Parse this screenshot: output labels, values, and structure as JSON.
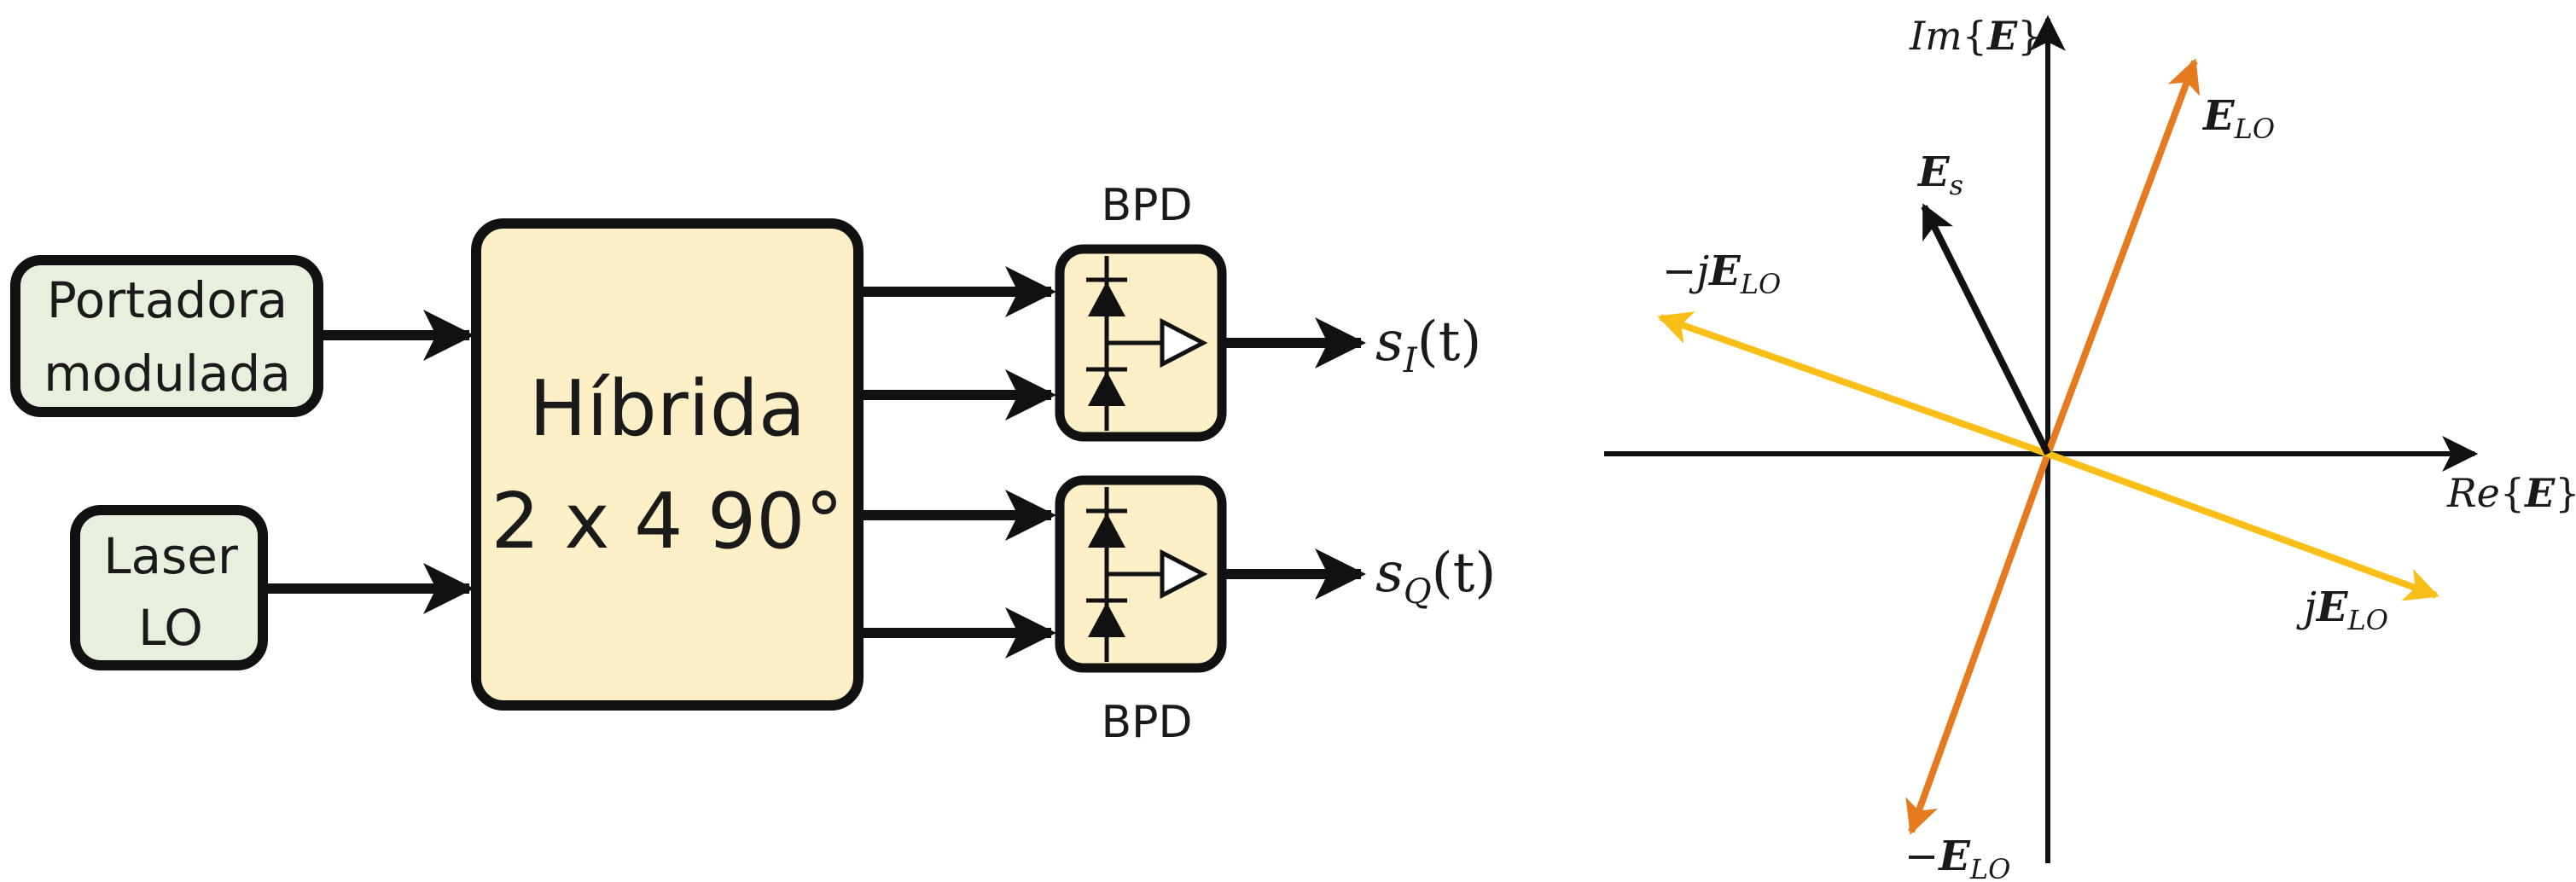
{
  "colors": {
    "stroke": "#111111",
    "source_fill": "#e6f0dc",
    "block_fill": "#fdefc6",
    "orange": "#e57a1f",
    "yellow": "#f9bf18"
  },
  "blocks": {
    "carrier_line1": "Portadora",
    "carrier_line2": "modulada",
    "laser_line1": "Laser",
    "laser_line2": "LO",
    "hybrid_line1": "Híbrida",
    "hybrid_line2": "2 x 4 90°",
    "bpd_top_label": "BPD",
    "bpd_bottom_label": "BPD"
  },
  "outputs": {
    "sI": {
      "base": "s",
      "sub": "I",
      "arg": "(t)"
    },
    "sQ": {
      "base": "s",
      "sub": "Q",
      "arg": "(t)"
    }
  },
  "phasor": {
    "axis_im": {
      "pre": "Im",
      "open": "{",
      "sym": "E",
      "close": "}"
    },
    "axis_re": {
      "pre": "Re",
      "open": "{",
      "sym": "E",
      "close": "}"
    },
    "elo": {
      "sym": "E",
      "sub": "LO"
    },
    "es": {
      "sym": "E",
      "sub": "s"
    },
    "minus_jelo": {
      "pre": "−j",
      "sym": "E",
      "sub": "LO"
    },
    "jelo": {
      "pre": "j",
      "sym": "E",
      "sub": "LO"
    },
    "minus_elo": {
      "pre": "−",
      "sym": "E",
      "sub": "LO"
    }
  }
}
